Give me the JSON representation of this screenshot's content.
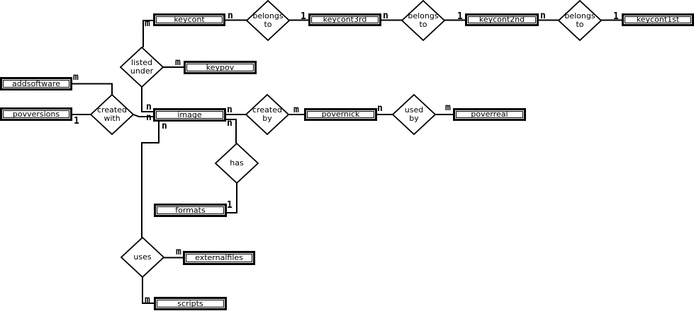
{
  "entities": {
    "keycont": "keycont",
    "keycont3rd": "keycont3rd",
    "keycont2nd": "keycont2nd",
    "keycont1st": "keycont1st",
    "keypov": "keypov",
    "addsoftware": "addsoftware",
    "povversions": "povversions",
    "image": "image",
    "povernick": "povernick",
    "poverreal": "poverreal",
    "formats": "formats",
    "externalfiles": "externalfiles",
    "scripts": "scripts"
  },
  "relationships": {
    "belongs_to_1": "belongs\nto",
    "belongs_to_2": "belongs\nto",
    "belongs_to_3": "belongs\nto",
    "listed_under": "listed\nunder",
    "created_with": "created\nwith",
    "created_by": "created\nby",
    "used_by": "used\nby",
    "has": "has",
    "uses": "uses"
  },
  "cardinalities": {
    "keycont_listed_under": "m",
    "keycont_belongs1": "n",
    "belongs1_keycont3rd": "1",
    "keycont3rd_belongs2": "n",
    "belongs2_keycont2nd": "1",
    "keycont2nd_belongs3": "n",
    "belongs3_keycont1st": "1",
    "listed_under_keypov": "m",
    "addsoftware_created_with": "m",
    "povversions_created_with": "1",
    "listed_under_image": "n",
    "created_with_image": "n",
    "image_uses": "n",
    "image_created_by": "n",
    "image_has": "n",
    "created_by_povernick": "m",
    "povernick_used_by": "n",
    "used_by_poverreal": "m",
    "has_formats": "1",
    "uses_externalfiles": "m",
    "uses_scripts": "m"
  },
  "colors": {
    "line": "#000000",
    "fill": "#ffffff",
    "background": "#ffffff"
  }
}
